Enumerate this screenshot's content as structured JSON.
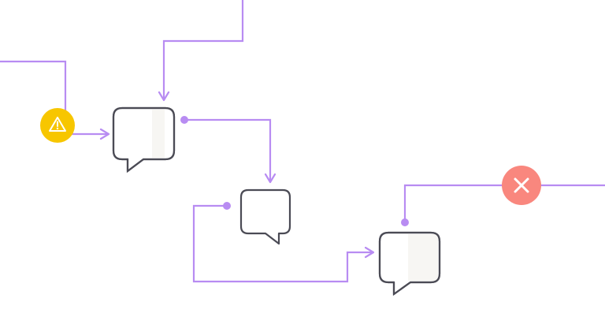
{
  "colors": {
    "background": "#ffffff",
    "connector": "#b88cf2",
    "bubble_outline": "#4b4b55",
    "bubble_fill": "#ffffff",
    "bubble_shade": "#f7f6f3",
    "warning_badge": "#f7c600",
    "warning_icon": "#ffffff",
    "error_badge": "#f9877e",
    "error_icon": "#ffffff"
  },
  "nodes": [
    {
      "id": "bubble-1",
      "type": "speech-bubble",
      "icon": "speech-bubble-icon"
    },
    {
      "id": "bubble-2",
      "type": "speech-bubble",
      "icon": "speech-bubble-icon"
    },
    {
      "id": "bubble-3",
      "type": "speech-bubble",
      "icon": "speech-bubble-icon"
    }
  ],
  "badges": [
    {
      "id": "warning-badge",
      "icon": "warning-triangle-icon",
      "status": "warning"
    },
    {
      "id": "error-badge",
      "icon": "close-x-icon",
      "status": "error"
    }
  ],
  "connections": [
    {
      "from": "left-edge",
      "to": "bubble-1",
      "via": "warning-badge"
    },
    {
      "from": "top-edge",
      "to": "bubble-1"
    },
    {
      "from": "bubble-1",
      "to": "bubble-2"
    },
    {
      "from": "bubble-2",
      "to": "bubble-3"
    },
    {
      "from": "right-edge",
      "to": "bubble-3",
      "via": "error-badge"
    }
  ]
}
